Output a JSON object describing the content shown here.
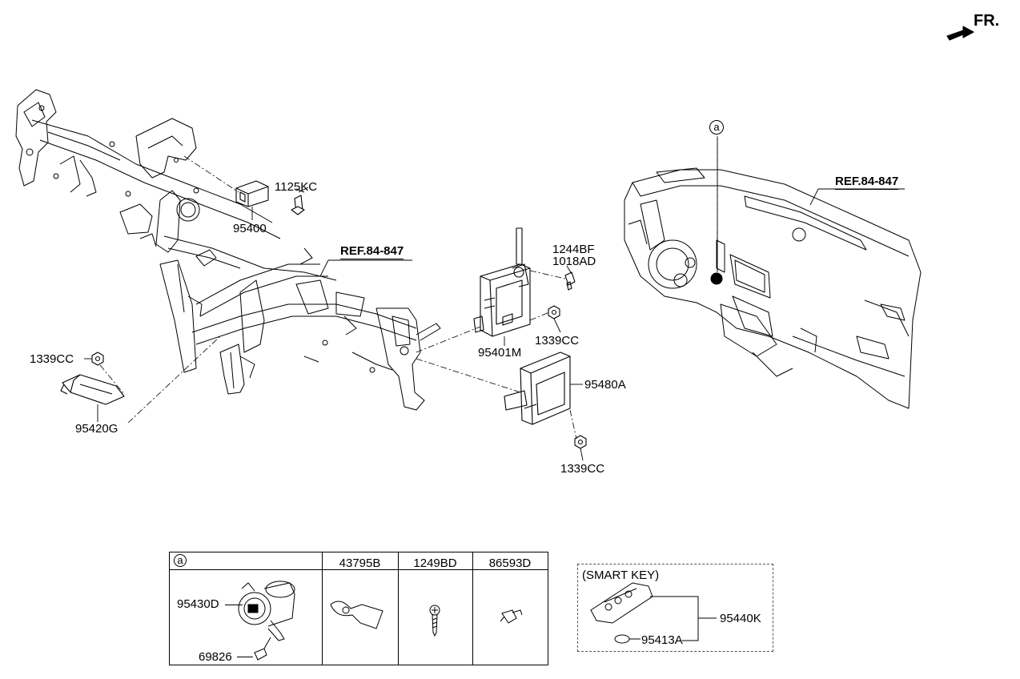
{
  "orientation": {
    "label": "FR.",
    "icon": "front-direction-arrow-icon"
  },
  "refs": {
    "center": "REF.84-847",
    "right": "REF.84-847"
  },
  "callout_letter": "a",
  "parts": {
    "p1125kc": "1125KC",
    "p95400": "95400",
    "p1244bf": "1244BF",
    "p1018ad": "1018AD",
    "p1339cc_mid": "1339CC",
    "p95401m": "95401M",
    "p95480a": "95480A",
    "p1339cc_low": "1339CC",
    "p1339cc_left": "1339CC",
    "p95420g": "95420G"
  },
  "detail_table": {
    "header_letter": "a",
    "columns": [
      "43795B",
      "1249BD",
      "86593D"
    ],
    "p95430d": "95430D",
    "p69826": "69826"
  },
  "smart_key": {
    "title": "(SMART KEY)",
    "p95440k": "95440K",
    "p95413a": "95413A"
  }
}
